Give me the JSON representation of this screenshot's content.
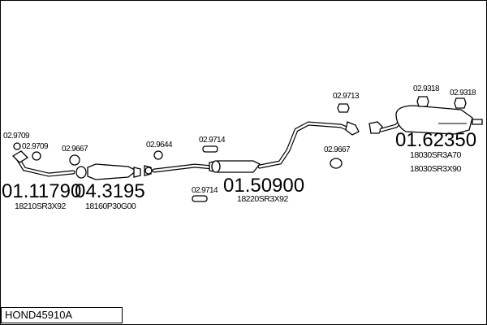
{
  "diagram": {
    "parts": [
      {
        "code": "01.11790",
        "oem": "18210SR3X92"
      },
      {
        "code": "04.3195",
        "oem": "18160P30G00"
      },
      {
        "code": "01.50900",
        "oem": "18220SR3X92"
      },
      {
        "code": "01.62350",
        "oem": "18030SR3A70",
        "oem2": "18030SR3X90"
      }
    ],
    "accessories": {
      "a1": "02.9709",
      "a2": "02.9709",
      "a3": "02.9667",
      "a4": "02.9644",
      "a5": "02.9714",
      "a6": "02.9714",
      "a7": "02.9713",
      "a8": "02.9667",
      "a9": "02.9318",
      "a10": "02.9318"
    }
  },
  "footer": {
    "label": "HOND45910A"
  }
}
